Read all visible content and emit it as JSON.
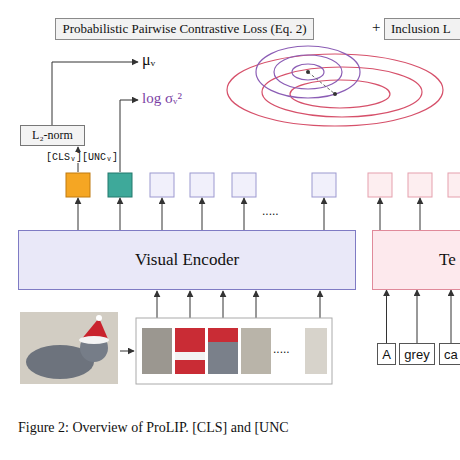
{
  "diagram": {
    "caption": "Figure 2: Overview of ProLIP. [CLS] and [UNC",
    "nodes": [
      {
        "text": [
          "Probabilistic Pairwise Contrastive Loss (Eq. 2)"
        ]
      },
      {
        "text": [
          "Inclusion L"
        ]
      },
      {
        "text": [
          "L₂-norm"
        ]
      },
      {
        "text": [
          "Visual Encoder"
        ]
      },
      {
        "text": [
          "Te"
        ]
      },
      {
        "text": [
          "A"
        ]
      },
      {
        "text": [
          "grey"
        ]
      },
      {
        "text": [
          "ca"
        ]
      }
    ],
    "edges": [
      {
        "from": 5,
        "to": 4,
        "arrow": "to"
      },
      {
        "from": 6,
        "to": 4,
        "arrow": "to"
      },
      {
        "from": 7,
        "to": 4,
        "arrow": "to"
      }
    ],
    "labels": [
      "+",
      "μᵥ",
      "log σᵥ²",
      "[CLSᵥ][UNCᵥ]",
      ".....",
      "....."
    ]
  }
}
